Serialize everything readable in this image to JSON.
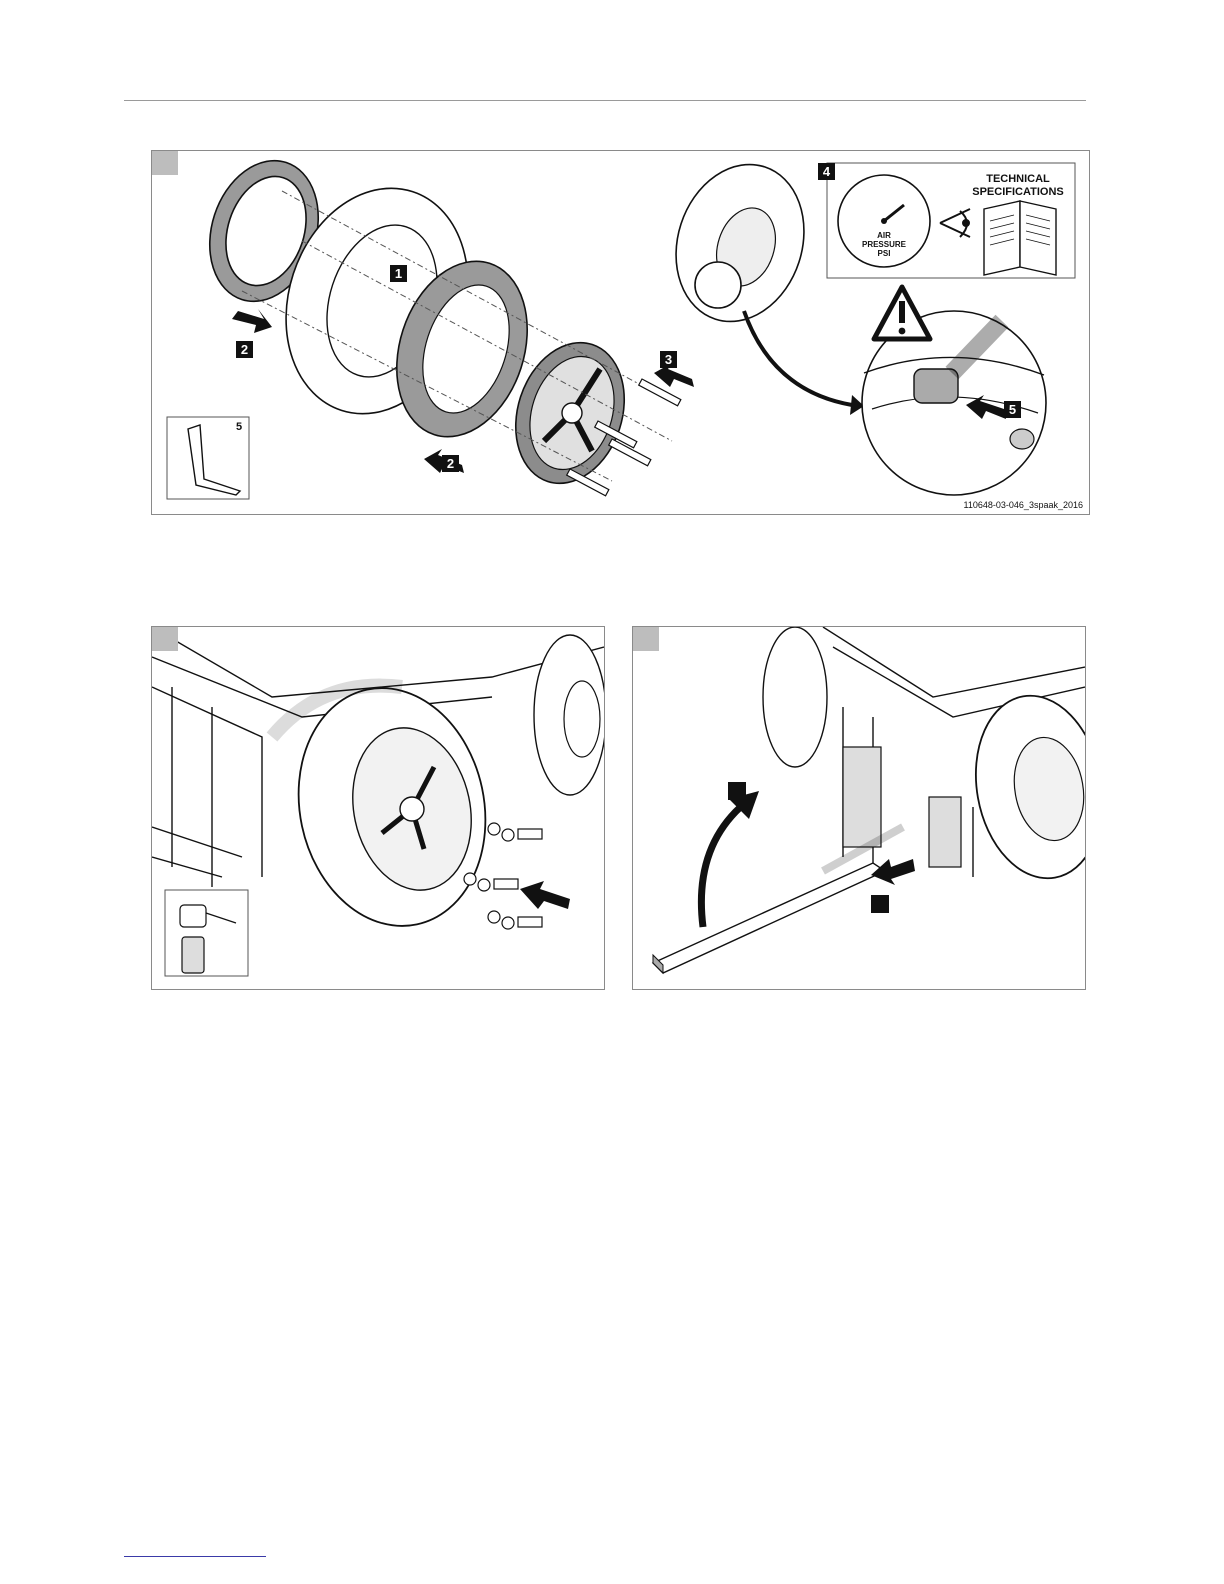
{
  "figure1": {
    "callouts": [
      "1",
      "2",
      "2",
      "3",
      "4",
      "5"
    ],
    "spec_label": "TECHNICAL SPECIFICATIONS",
    "gauge_label": "AIR PRESSURE PSI",
    "tool_number": "5",
    "image_code": "110648-03-046_3spaak_2016"
  },
  "icons": [
    "warning-triangle-icon",
    "eye-icon",
    "manual-book-icon",
    "pressure-gauge-icon",
    "allen-key-icon",
    "push-arrow-icon",
    "curved-arrow-icon"
  ]
}
